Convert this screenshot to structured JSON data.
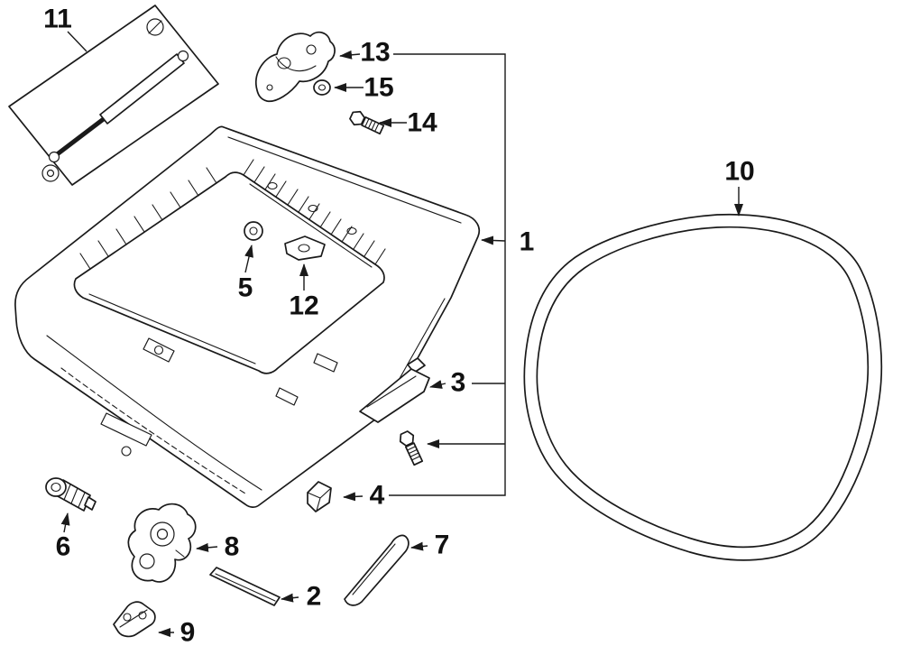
{
  "diagram": {
    "background_color": "#ffffff",
    "line_color": "#1a1a1a",
    "callouts": [
      {
        "label": "1"
      },
      {
        "label": "2"
      },
      {
        "label": "3"
      },
      {
        "label": "4"
      },
      {
        "label": "5"
      },
      {
        "label": "6"
      },
      {
        "label": "7"
      },
      {
        "label": "8"
      },
      {
        "label": "9"
      },
      {
        "label": "10"
      },
      {
        "label": "11"
      },
      {
        "label": "12"
      },
      {
        "label": "13"
      },
      {
        "label": "14"
      },
      {
        "label": "15"
      }
    ]
  }
}
